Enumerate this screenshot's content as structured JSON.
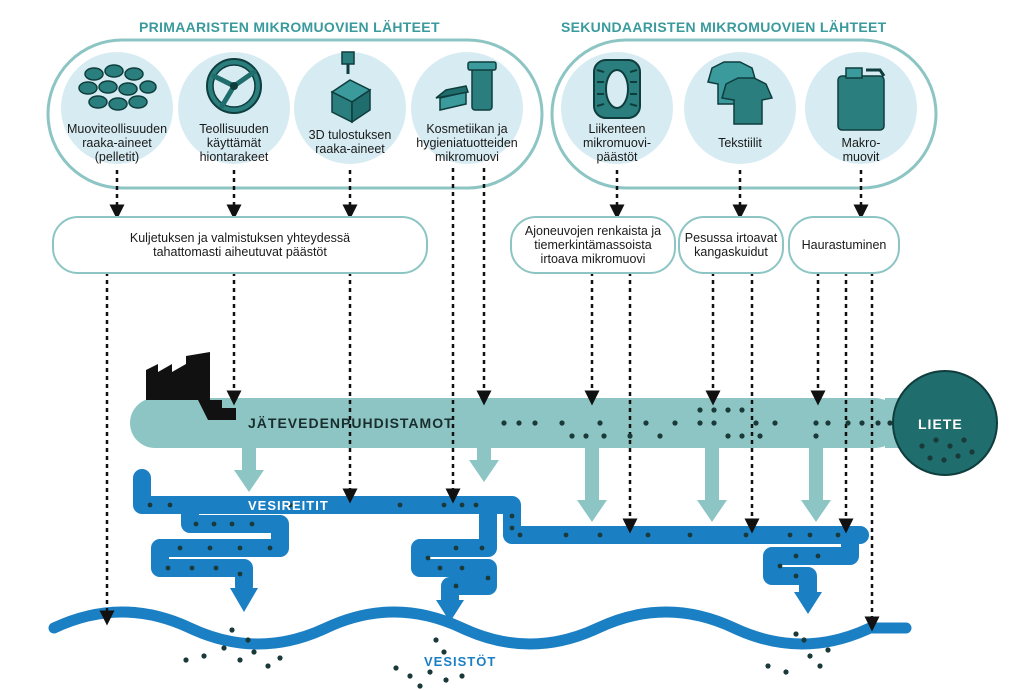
{
  "headers": {
    "primary": "PRIMAARISTEN MIKROMUOVIEN LÄHTEET",
    "secondary": "SEKUNDAARISTEN MIKROMUOVIEN LÄHTEET"
  },
  "sources": [
    {
      "label": "Muoviteollisuuden\nraaka-aineet\n(pelletit)",
      "icon": "pellets-icon"
    },
    {
      "label": "Teollisuuden\nkäyttämät\nhiontarakeet",
      "icon": "grinding-disc-icon"
    },
    {
      "label": "3D tulostuksen\nraaka-aineet",
      "icon": "3d-printer-icon"
    },
    {
      "label": "Kosmetiikan ja\nhygieniatuotteiden\nmikromuovi",
      "icon": "cosmetics-icon"
    },
    {
      "label": "Liikenteen\nmikromuovi-\npäästöt",
      "icon": "tire-icon"
    },
    {
      "label": "Tekstiilit",
      "icon": "clothes-icon"
    },
    {
      "label": "Makro-\nmuovit",
      "icon": "canister-icon"
    }
  ],
  "pathways": {
    "transport": "Kuljetuksen ja valmistuksen yhteydessä\ntahattomasti aiheutuvat päästöt",
    "tires": "Ajoneuvojen renkaista ja\ntiemerkintämassoista\nirtoava mikromuovi",
    "washing": "Pesussa irtoavat\nkangaskuidut",
    "weathering": "Haurastuminen"
  },
  "flows": {
    "wastewater": "JÄTEVEDENPUHDISTAMOT",
    "sludge": "LIETE",
    "waterways": "VESIREITIT",
    "waterbodies": "VESISTÖT"
  },
  "colors": {
    "teal_dark": "#1f6d6c",
    "teal_mid": "#3a9a9c",
    "teal_light": "#8cc5c3",
    "teal_pale": "#d7ecf2",
    "water_blue": "#1b7fc4"
  }
}
